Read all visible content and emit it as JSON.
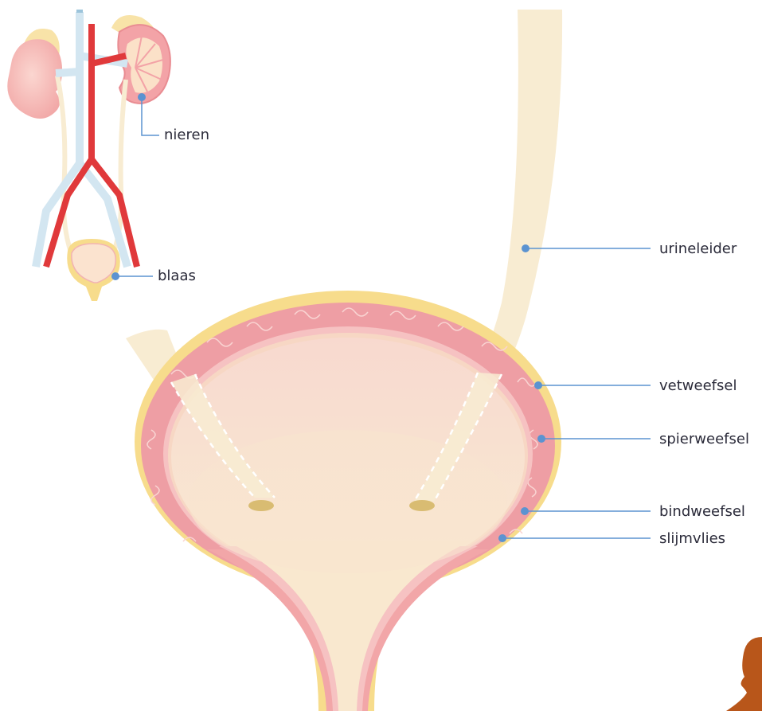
{
  "labels": {
    "nieren": "nieren",
    "blaas": "blaas",
    "urineleider": "urineleider",
    "vetweefsel": "vetweefsel",
    "spierweefsel": "spierweefsel",
    "bindweefsel": "bindweefsel",
    "slijmvlies": "slijmvlies"
  },
  "colors": {
    "leader_line": "#5b93d1",
    "ureter": "#f8ecd2",
    "fat": "#f7dc8c",
    "muscle": "#ee9ea4",
    "connective": "#f6c2c2",
    "mucosa": "#f7d7c4",
    "bladder_inner": "#f9e4d0",
    "artery": "#e03a3a",
    "vein": "#cfe3ef",
    "kidney": "#f4a7a8",
    "silhouette": "#b8561a"
  }
}
